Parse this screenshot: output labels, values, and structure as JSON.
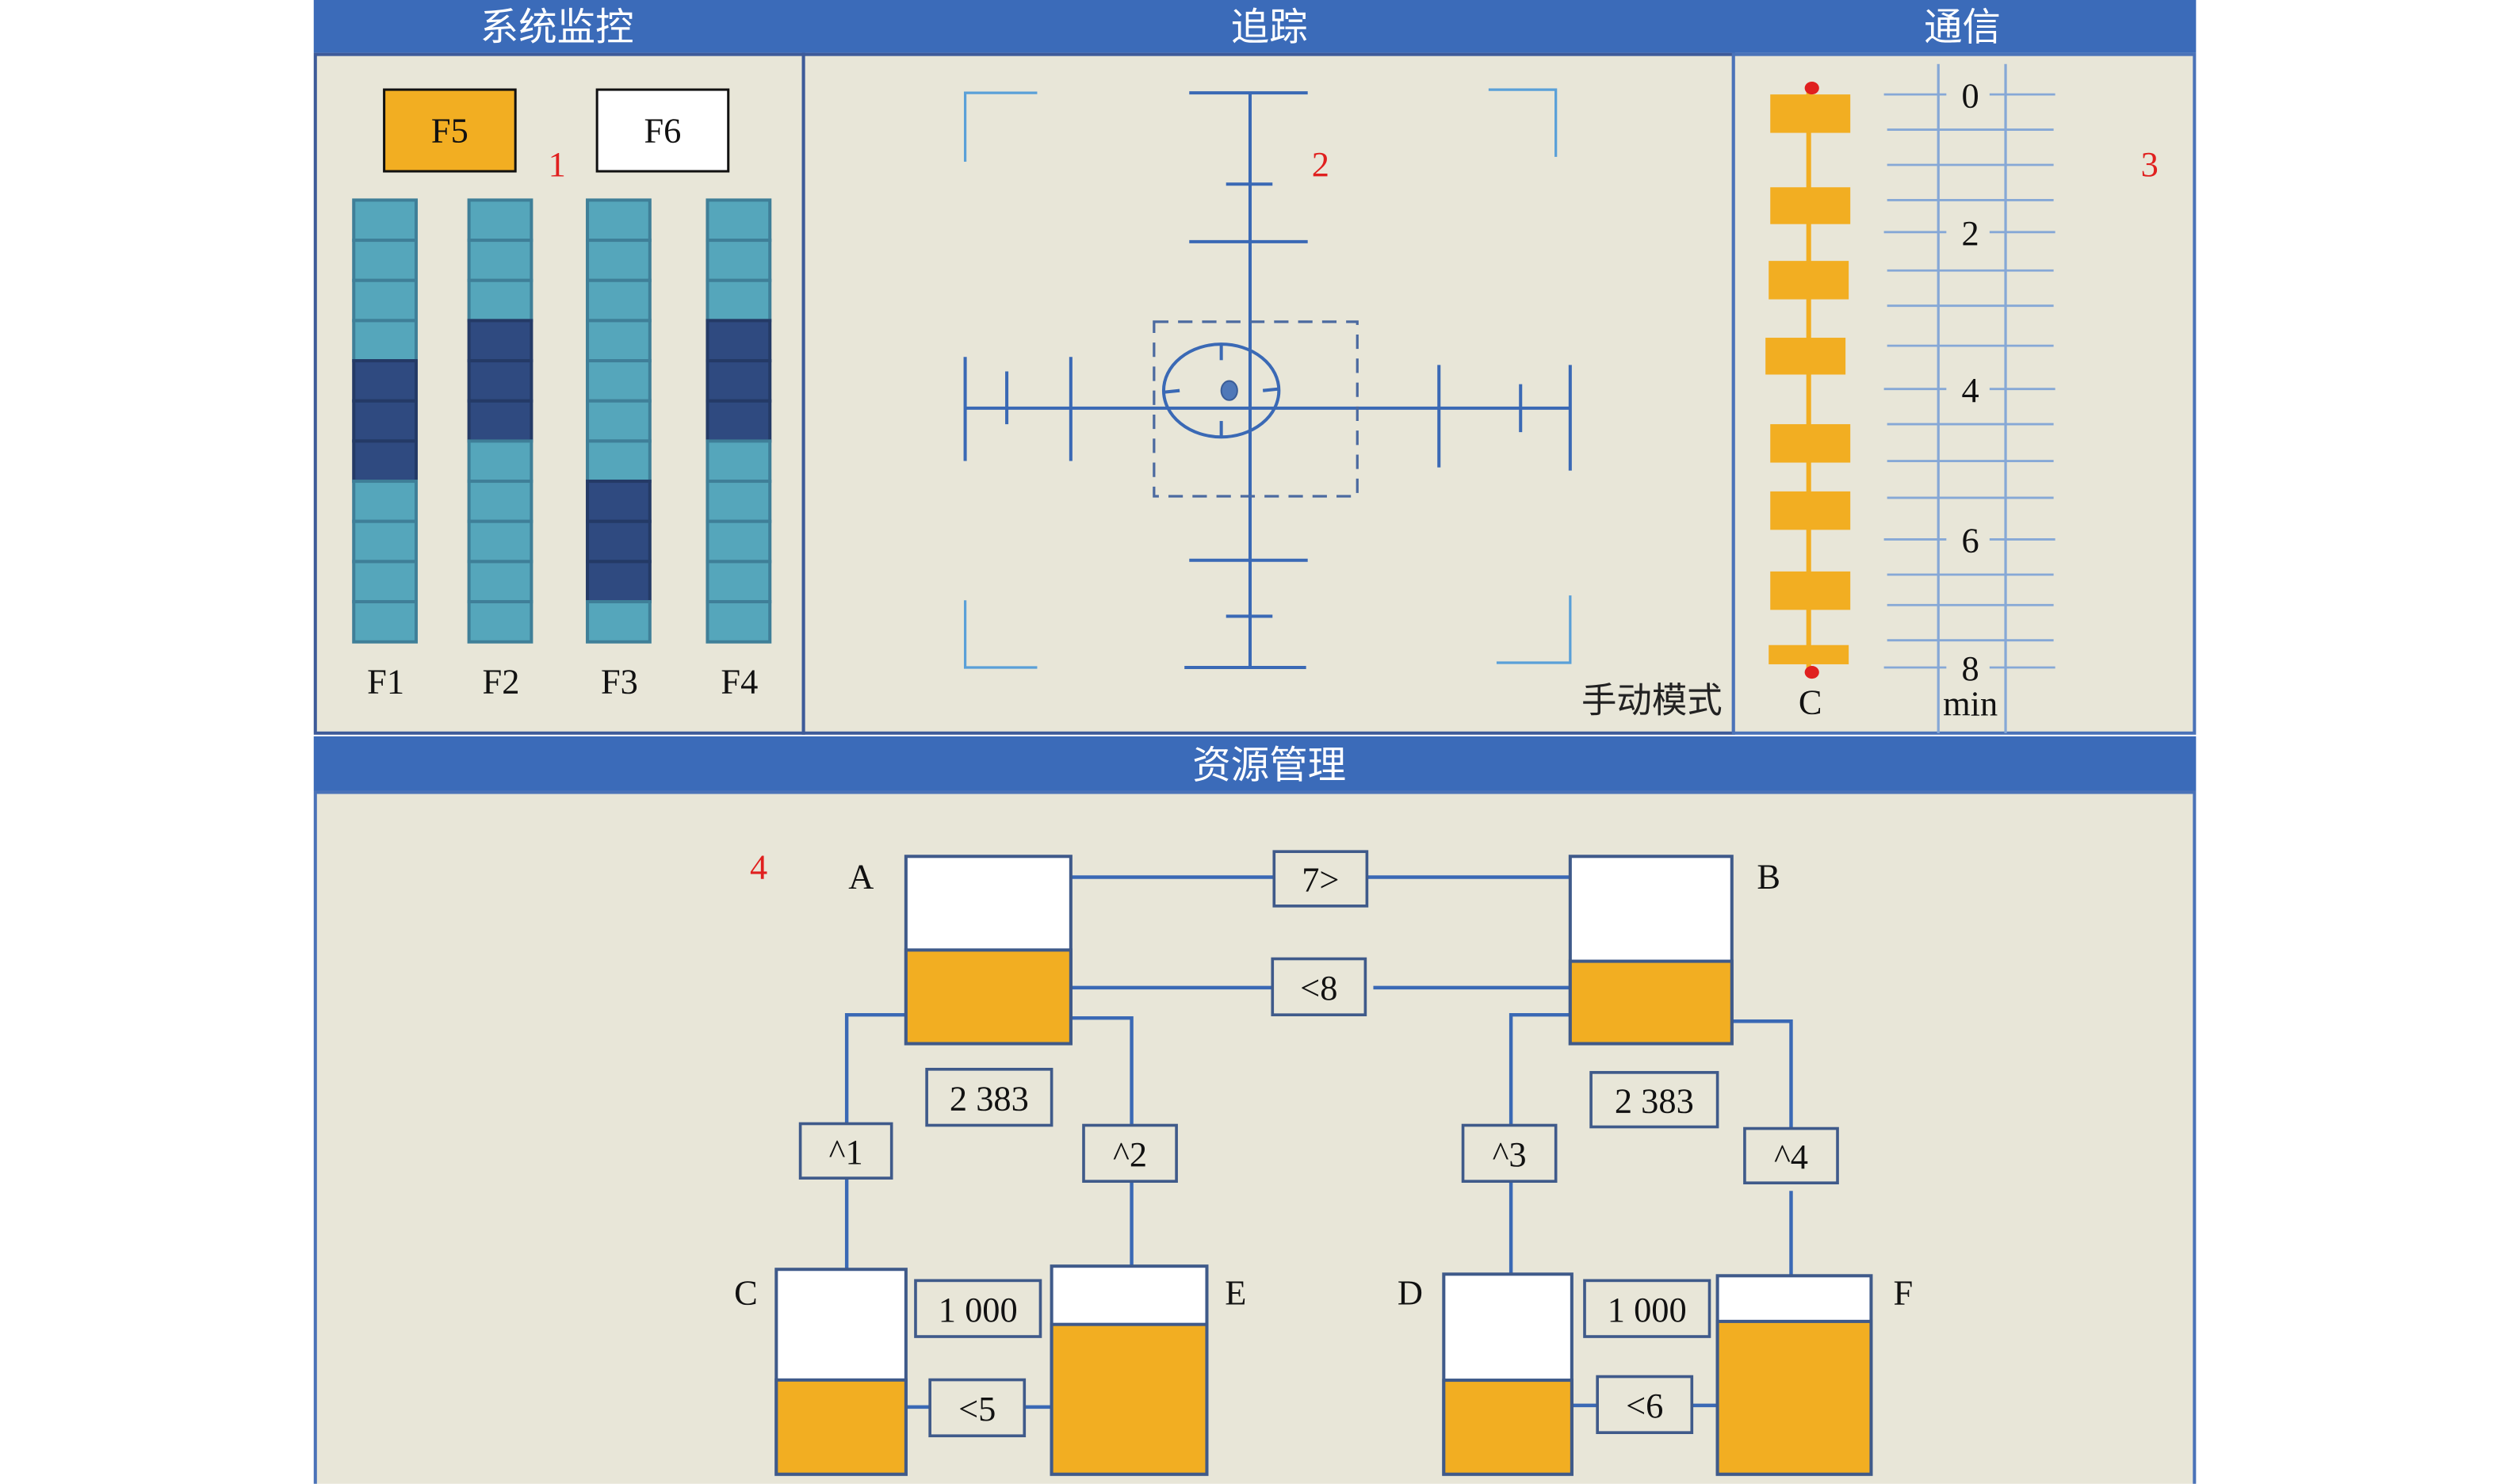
{
  "headers": {
    "system_monitor": "系统监控",
    "tracking": "追踪",
    "communication": "通信",
    "resource_management": "资源管理"
  },
  "panel_markers": [
    "1",
    "2",
    "3",
    "4"
  ],
  "system_monitor": {
    "buttons": [
      {
        "label": "F5",
        "active": true
      },
      {
        "label": "F6",
        "active": false
      }
    ],
    "bars": [
      {
        "label": "F1",
        "cells": 11,
        "dark": [
          4,
          5,
          6
        ]
      },
      {
        "label": "F2",
        "cells": 11,
        "dark": [
          3,
          4,
          5
        ]
      },
      {
        "label": "F3",
        "cells": 11,
        "dark": [
          7,
          8,
          9
        ]
      },
      {
        "label": "F4",
        "cells": 11,
        "dark": [
          3,
          4,
          5
        ]
      }
    ]
  },
  "tracking": {
    "mode": "手动模式"
  },
  "communication": {
    "channel_label": "C",
    "scale_labels": [
      "0",
      "2",
      "4",
      "6",
      "8"
    ],
    "unit": "min"
  },
  "resource_management": {
    "tanks": [
      {
        "label": "A",
        "fill": 0.5
      },
      {
        "label": "B",
        "fill": 0.44
      },
      {
        "label": "C",
        "fill": 0.46
      },
      {
        "label": "E",
        "fill": 0.72
      },
      {
        "label": "D",
        "fill": 0.47
      },
      {
        "label": "F",
        "fill": 0.77
      }
    ],
    "boxes": {
      "pump_a_to_b": "7>",
      "pump_b_to_a": "<8",
      "value_left": "2 383",
      "value_right": "2 383",
      "pump_1": "^1",
      "pump_2": "^2",
      "pump_3": "^3",
      "pump_4": "^4",
      "value_c_e": "1 000",
      "value_d_f": "1 000",
      "pump_5": "<5",
      "pump_6": "<6"
    }
  },
  "colors": {
    "header": "#3b6bb9",
    "panel_bg": "#e8e6d8",
    "border": "#3d5a99",
    "orange": "#f2ae22",
    "cell_light": "#55a6bb",
    "cell_dark": "#2f4a80",
    "line_blue": "#3a69b5",
    "grid_blue": "#86a8d6",
    "marker_red": "#e0201f"
  }
}
